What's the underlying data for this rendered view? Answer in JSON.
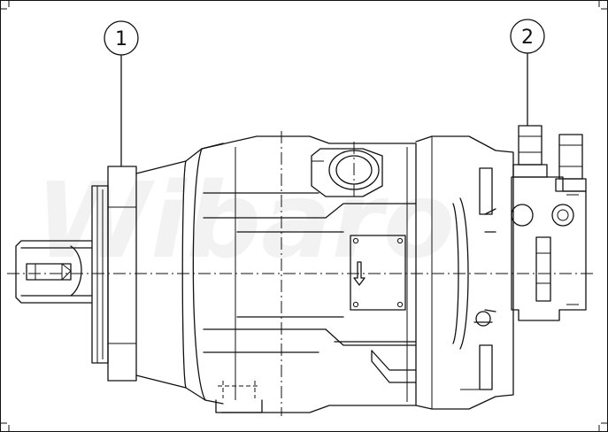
{
  "watermark": {
    "text": "Wibaro"
  },
  "callouts": [
    {
      "label": "1",
      "target": "flange-mounting"
    },
    {
      "label": "2",
      "target": "control-valve"
    }
  ],
  "colors": {
    "line": "#111111",
    "background": "#ffffff",
    "watermark": "#f2f2f2"
  }
}
